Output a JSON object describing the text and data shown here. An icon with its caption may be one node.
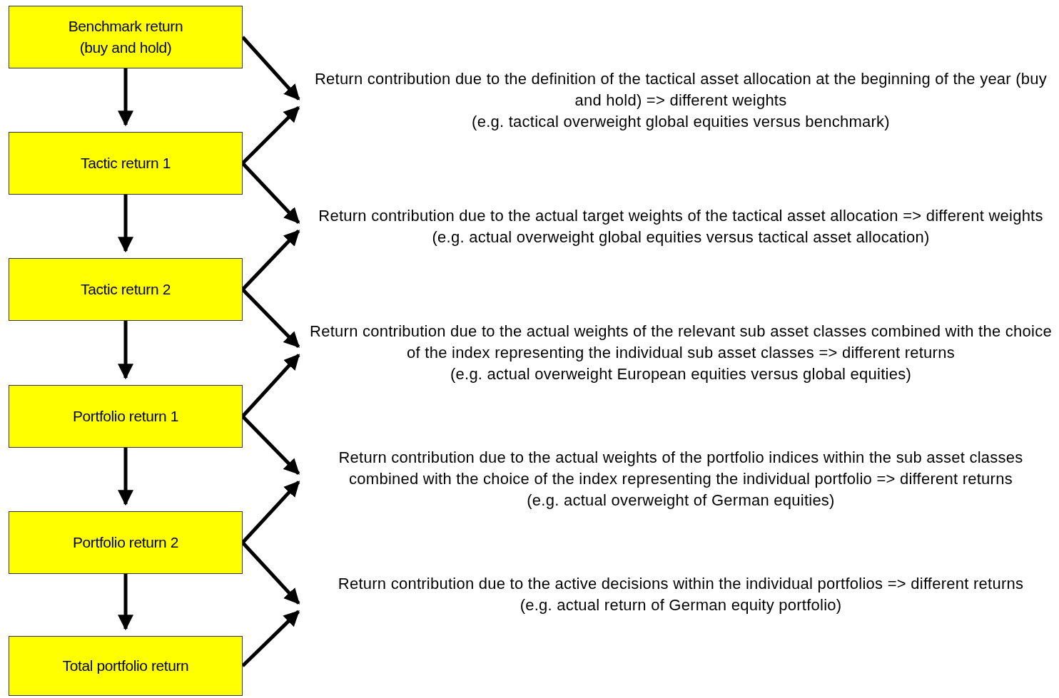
{
  "diagram": {
    "nodes": [
      {
        "text": [
          "Benchmark return (buy and hold)"
        ]
      },
      {
        "text": [
          "Tactic return 1"
        ]
      },
      {
        "text": [
          "Tactic return 2"
        ]
      },
      {
        "text": [
          "Portfolio return 1"
        ]
      },
      {
        "text": [
          "Portfolio return 2"
        ]
      },
      {
        "text": [
          "Total portfolio return"
        ]
      },
      {
        "text": [
          "Return contribution due to the definition of the tactical asset allocation at the beginning of the year (buy and hold) => different weights",
          "(e.g. tactical overweight global equities versus benchmark)"
        ]
      },
      {
        "text": [
          "Return contribution due to the actual target weights of the tactical asset allocation => different weights",
          "(e.g. actual overweight global equities versus tactical asset allocation)"
        ]
      },
      {
        "text": [
          "Return contribution due to the actual weights of the relevant sub asset classes combined with the choice of the index representing the individual sub asset classes => different returns",
          "(e.g. actual overweight European equities versus global equities)"
        ]
      },
      {
        "text": [
          "Return contribution due to the actual weights of the portfolio indices within the sub asset classes combined with the choice of the index representing the individual portfolio => different returns",
          "(e.g. actual overweight of German equities)"
        ]
      },
      {
        "text": [
          "Return contribution due to the active decisions within the individual portfolios => different returns",
          "(e.g. actual return of German equity portfolio)"
        ]
      }
    ],
    "edges": [
      {
        "from": 0,
        "to": 1,
        "arrow": "to"
      },
      {
        "from": 1,
        "to": 2,
        "arrow": "to"
      },
      {
        "from": 2,
        "to": 3,
        "arrow": "to"
      },
      {
        "from": 3,
        "to": 4,
        "arrow": "to"
      },
      {
        "from": 4,
        "to": 5,
        "arrow": "to"
      },
      {
        "from": 0,
        "to": 6,
        "arrow": "to"
      },
      {
        "from": 1,
        "to": 6,
        "arrow": "to"
      },
      {
        "from": 1,
        "to": 7,
        "arrow": "to"
      },
      {
        "from": 2,
        "to": 7,
        "arrow": "to"
      },
      {
        "from": 2,
        "to": 8,
        "arrow": "to"
      },
      {
        "from": 3,
        "to": 8,
        "arrow": "to"
      },
      {
        "from": 3,
        "to": 9,
        "arrow": "to"
      },
      {
        "from": 4,
        "to": 9,
        "arrow": "to"
      },
      {
        "from": 4,
        "to": 10,
        "arrow": "to"
      },
      {
        "from": 5,
        "to": 10,
        "arrow": "to"
      }
    ]
  }
}
